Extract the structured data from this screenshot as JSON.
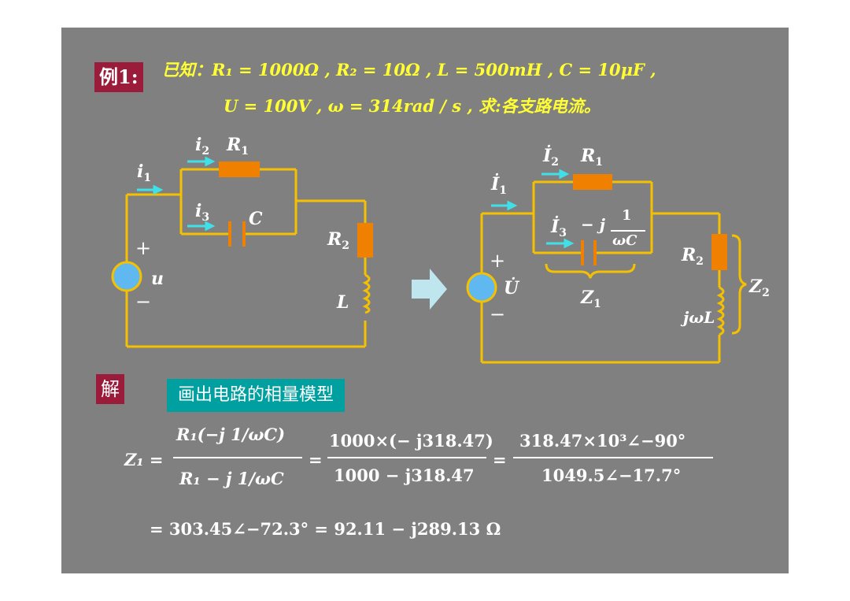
{
  "example_badge": "例1:",
  "given": {
    "line1": "已知：R₁ = 1000Ω , R₂ = 10Ω , L = 500mH , C = 10μF ,",
    "line2": "U = 100V , ω = 314rad / s ,  求:各支路电流。"
  },
  "circuit1": {
    "i1": "i",
    "i2": "i",
    "i3": "i",
    "r1": "R",
    "c": "C",
    "r2": "R",
    "l": "L",
    "u": "u",
    "plus": "+",
    "minus": "−"
  },
  "circuit2": {
    "I1": "İ",
    "I2": "İ",
    "I3": "İ",
    "r1": "R",
    "r2": "R",
    "cap_expr_prefix": "− j",
    "cap_num": "1",
    "cap_den": "ωC",
    "z1": "Z",
    "z2": "Z",
    "jwl": "jωL",
    "U": "U̇",
    "plus": "+",
    "minus": "−"
  },
  "solution_badge": "解",
  "step_label": "画出电路的相量模型",
  "equation": {
    "lhs": "Z₁ =",
    "frac1_num": "R₁(−j 1/ωC)",
    "frac1_den": "R₁ − j 1/ωC",
    "frac2_num": "1000×(− j318.47)",
    "frac2_den": "1000 − j318.47",
    "frac3_num": "318.47×10³∠−90°",
    "frac3_den": "1049.5∠−17.7°",
    "result": "= 303.45∠−72.3° = 92.11 − j289.13 Ω",
    "equals": "="
  },
  "colors": {
    "background": "#808080",
    "wire": "#f5c000",
    "resistor": "#f08000",
    "source": "#5fb8f0",
    "arrow": "#40e0e8",
    "given_text": "#ffff33",
    "badge": "#9b1b3b",
    "label_box": "#00a0a0"
  }
}
